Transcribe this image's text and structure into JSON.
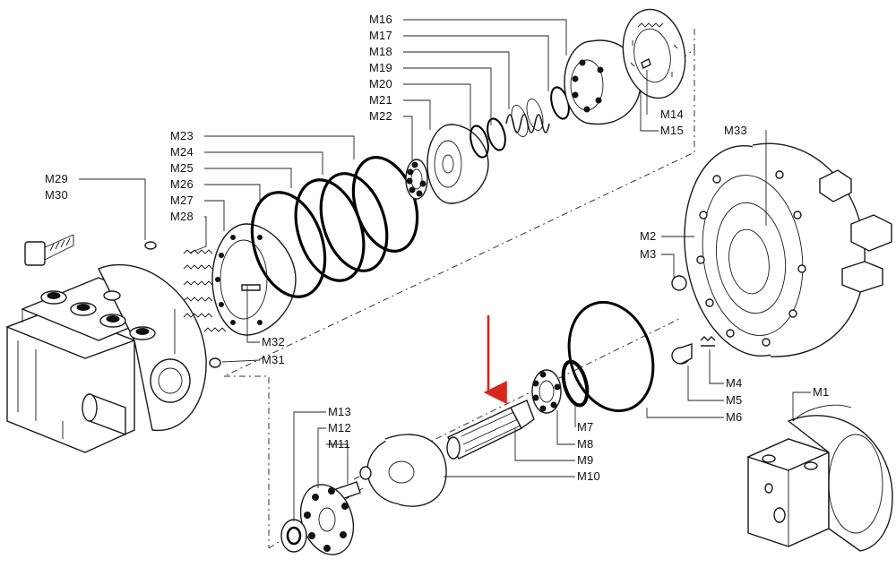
{
  "labels": {
    "M1": "M1",
    "M2": "M2",
    "M3": "M3",
    "M4": "M4",
    "M5": "M5",
    "M6": "M6",
    "M7": "M7",
    "M8": "M8",
    "M9": "M9",
    "M10": "M10",
    "M11": "M11",
    "M12": "M12",
    "M13": "M13",
    "M14": "M14",
    "M15": "M15",
    "M16": "M16",
    "M17": "M17",
    "M18": "M18",
    "M19": "M19",
    "M20": "M20",
    "M21": "M21",
    "M22": "M22",
    "M23": "M23",
    "M24": "M24",
    "M25": "M25",
    "M26": "M26",
    "M27": "M27",
    "M28": "M28",
    "M29": "M29",
    "M30": "M30",
    "M31": "M31",
    "M32": "M32",
    "M33": "M33"
  },
  "colors": {
    "highlight_arrow": "#d9261c",
    "line": "#1a1a1a"
  }
}
